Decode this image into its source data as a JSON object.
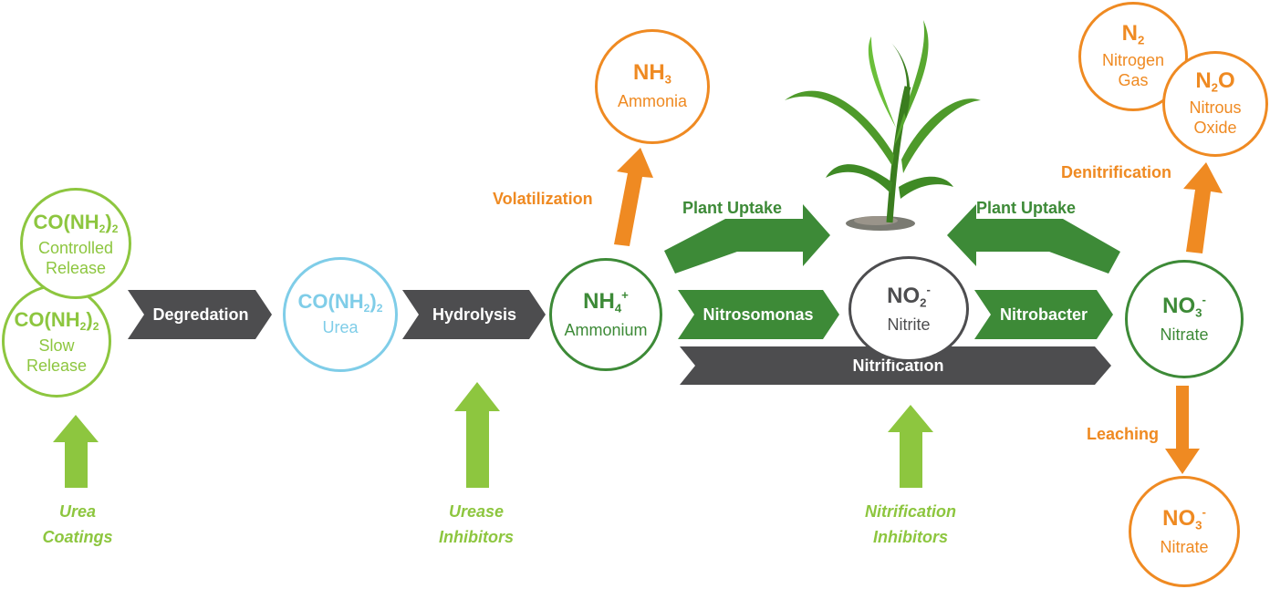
{
  "urea_controlled": {
    "formula_main": "CO(NH",
    "formula_sub1": "2",
    "formula_close": ")",
    "formula_sub2": "2",
    "name_line1": "Controlled",
    "name_line2": "Release"
  },
  "urea_slow": {
    "formula_main": "CO(NH",
    "formula_sub1": "2",
    "formula_close": ")",
    "formula_sub2": "2",
    "name_line1": "Slow",
    "name_line2": "Release"
  },
  "urea": {
    "formula_main": "CO(NH",
    "formula_sub1": "2",
    "formula_close": ")",
    "formula_sub2": "2",
    "name": "Urea"
  },
  "ammonium": {
    "formula_main": "NH",
    "formula_sub": "4",
    "formula_sup": "+",
    "name": "Ammonium"
  },
  "ammonia": {
    "formula_main": "NH",
    "formula_sub": "3",
    "name": "Ammonia"
  },
  "nitrite": {
    "formula_main": "NO",
    "formula_sub": "2",
    "formula_sup": "-",
    "name": "Nitrite"
  },
  "nitrate": {
    "formula_main": "NO",
    "formula_sub": "3",
    "formula_sup": "-",
    "name": "Nitrate"
  },
  "nitrate_leached": {
    "formula_main": "NO",
    "formula_sub": "3",
    "formula_sup": "-",
    "name": "Nitrate"
  },
  "nitrogen_gas": {
    "formula_main": "N",
    "formula_sub": "2",
    "name_line1": "Nitrogen",
    "name_line2": "Gas"
  },
  "nitrous_oxide": {
    "formula_main": "N",
    "formula_sub": "2",
    "formula_tail": "O",
    "name_line1": "Nitrous",
    "name_line2": "Oxide"
  },
  "processes": {
    "degradation": "Degredation",
    "hydrolysis": "Hydrolysis",
    "nitrosomonas": "Nitrosomonas",
    "nitrobacter": "Nitrobacter",
    "nitrification": "Nitrification",
    "volatilization": "Volatilization",
    "plant_uptake_left": "Plant Uptake",
    "plant_uptake_right": "Plant Uptake",
    "denitrification": "Denitrification",
    "leaching": "Leaching"
  },
  "inhibitors": {
    "urea_coatings_line1": "Urea",
    "urea_coatings_line2": "Coatings",
    "urease_line1": "Urease",
    "urease_line2": "Inhibitors",
    "nitrification_line1": "Nitrification",
    "nitrification_line2": "Inhibitors"
  },
  "colors": {
    "light_green": "#8dc63f",
    "dark_green": "#3d8a37",
    "blue": "#7fcde8",
    "orange": "#ef8a22",
    "grey": "#4d4d4f"
  },
  "icons": {
    "plant": "corn-plant-icon"
  }
}
